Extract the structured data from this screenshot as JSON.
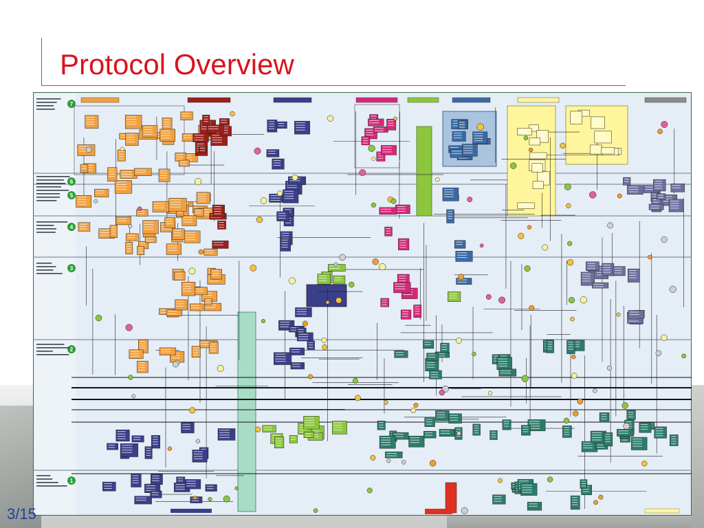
{
  "slide": {
    "title": "Protocol Overview",
    "page_number": "3/15"
  },
  "colors": {
    "title": "#d8141e",
    "accent_rule": "#d63c3c",
    "page_number": "#1d3f9e",
    "diagram_background": "#e5edf6",
    "diagram_frame": "#3b6a3c",
    "layer_numbers": "#2e9e3a"
  },
  "diagram": {
    "layer_numbers": [
      "7",
      "6",
      "5",
      "4",
      "3",
      "2",
      "1"
    ],
    "palette": {
      "orange": "#f0a040",
      "dark_red": "#9c1f1a",
      "navy": "#3a3f8a",
      "magenta": "#d6287a",
      "green": "#8cc63e",
      "steel_blue": "#3a6aa4",
      "yellow": "#fff59c",
      "purple_gray": "#6f6f9f",
      "teal": "#2d7c6a",
      "aqua": "#a8dcc6",
      "gray": "#8c8c8c",
      "red": "#e03020"
    }
  }
}
